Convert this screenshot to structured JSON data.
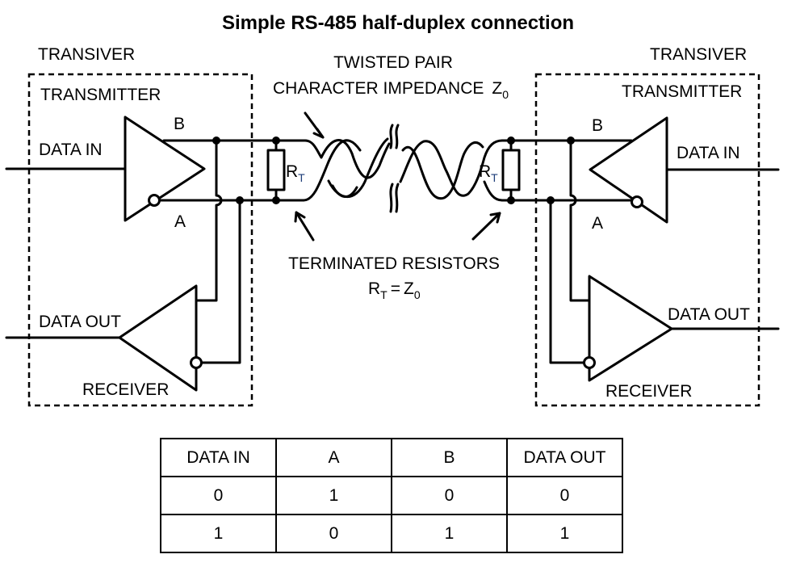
{
  "title": "Simple RS-485 half-duplex connection",
  "left_transceiver": {
    "label": "TRANSIVER",
    "transmitter_label": "TRANSMITTER",
    "receiver_label": "RECEIVER",
    "data_in_label": "DATA IN",
    "data_out_label": "DATA OUT",
    "line_b_label": "B",
    "line_a_label": "A"
  },
  "right_transceiver": {
    "label": "TRANSIVER",
    "transmitter_label": "TRANSMITTER",
    "receiver_label": "RECEIVER",
    "data_in_label": "DATA IN",
    "data_out_label": "DATA OUT",
    "line_b_label": "B",
    "line_a_label": "A"
  },
  "cable": {
    "title_line1": "TWISTED PAIR",
    "title_line2": "CHARACTER IMPEDANCE",
    "impedance_symbol": "Z",
    "impedance_subscript": "0"
  },
  "resistors": {
    "label": "TERMINATED RESISTORS",
    "symbol": "R",
    "subscript": "T",
    "equation_rhs_symbol": "Z",
    "equation_rhs_subscript": "0",
    "equals": "="
  },
  "truth_table": {
    "headers": [
      "DATA IN",
      "A",
      "B",
      "DATA OUT"
    ],
    "rows": [
      [
        "0",
        "1",
        "0",
        "0"
      ],
      [
        "1",
        "0",
        "1",
        "1"
      ]
    ]
  }
}
